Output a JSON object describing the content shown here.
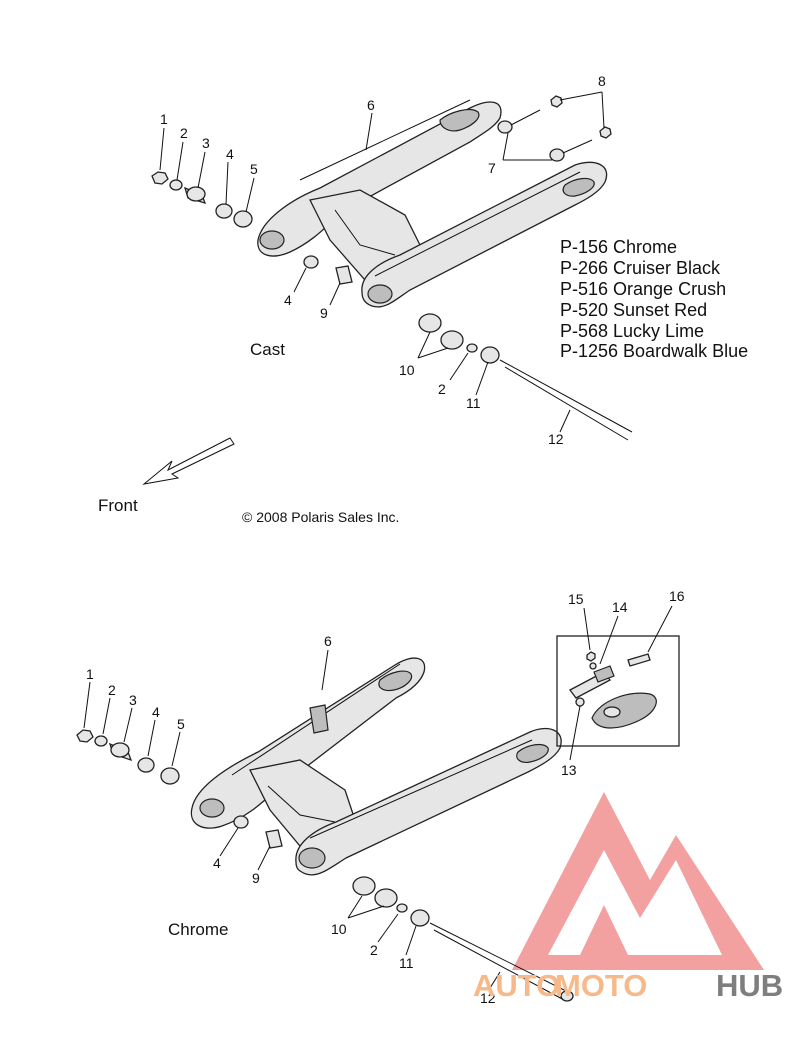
{
  "top_diagram": {
    "variant_label": "Cast",
    "callouts": [
      "1",
      "2",
      "3",
      "4",
      "5",
      "6",
      "7",
      "8",
      "4",
      "9",
      "10",
      "2",
      "11",
      "12"
    ],
    "finishes": [
      "P-156  Chrome",
      "P-266  Cruiser Black",
      "P-516  Orange Crush",
      "P-520  Sunset Red",
      "P-568  Lucky Lime",
      "P-1256 Boardwalk Blue"
    ],
    "direction_label": "Front",
    "copyright": "© 2008 Polaris Sales Inc."
  },
  "bottom_diagram": {
    "variant_label": "Chrome",
    "callouts": [
      "1",
      "2",
      "3",
      "4",
      "5",
      "6",
      "4",
      "9",
      "10",
      "2",
      "11",
      "12",
      "15",
      "14",
      "16",
      "13"
    ]
  },
  "watermark": {
    "text_a": "AUTO",
    "text_b": "MOTO",
    "text_c": "HUB",
    "colors": {
      "logo": "#ef6e6e",
      "auto": "#f7b98a",
      "hub": "#7e7e7e"
    }
  }
}
